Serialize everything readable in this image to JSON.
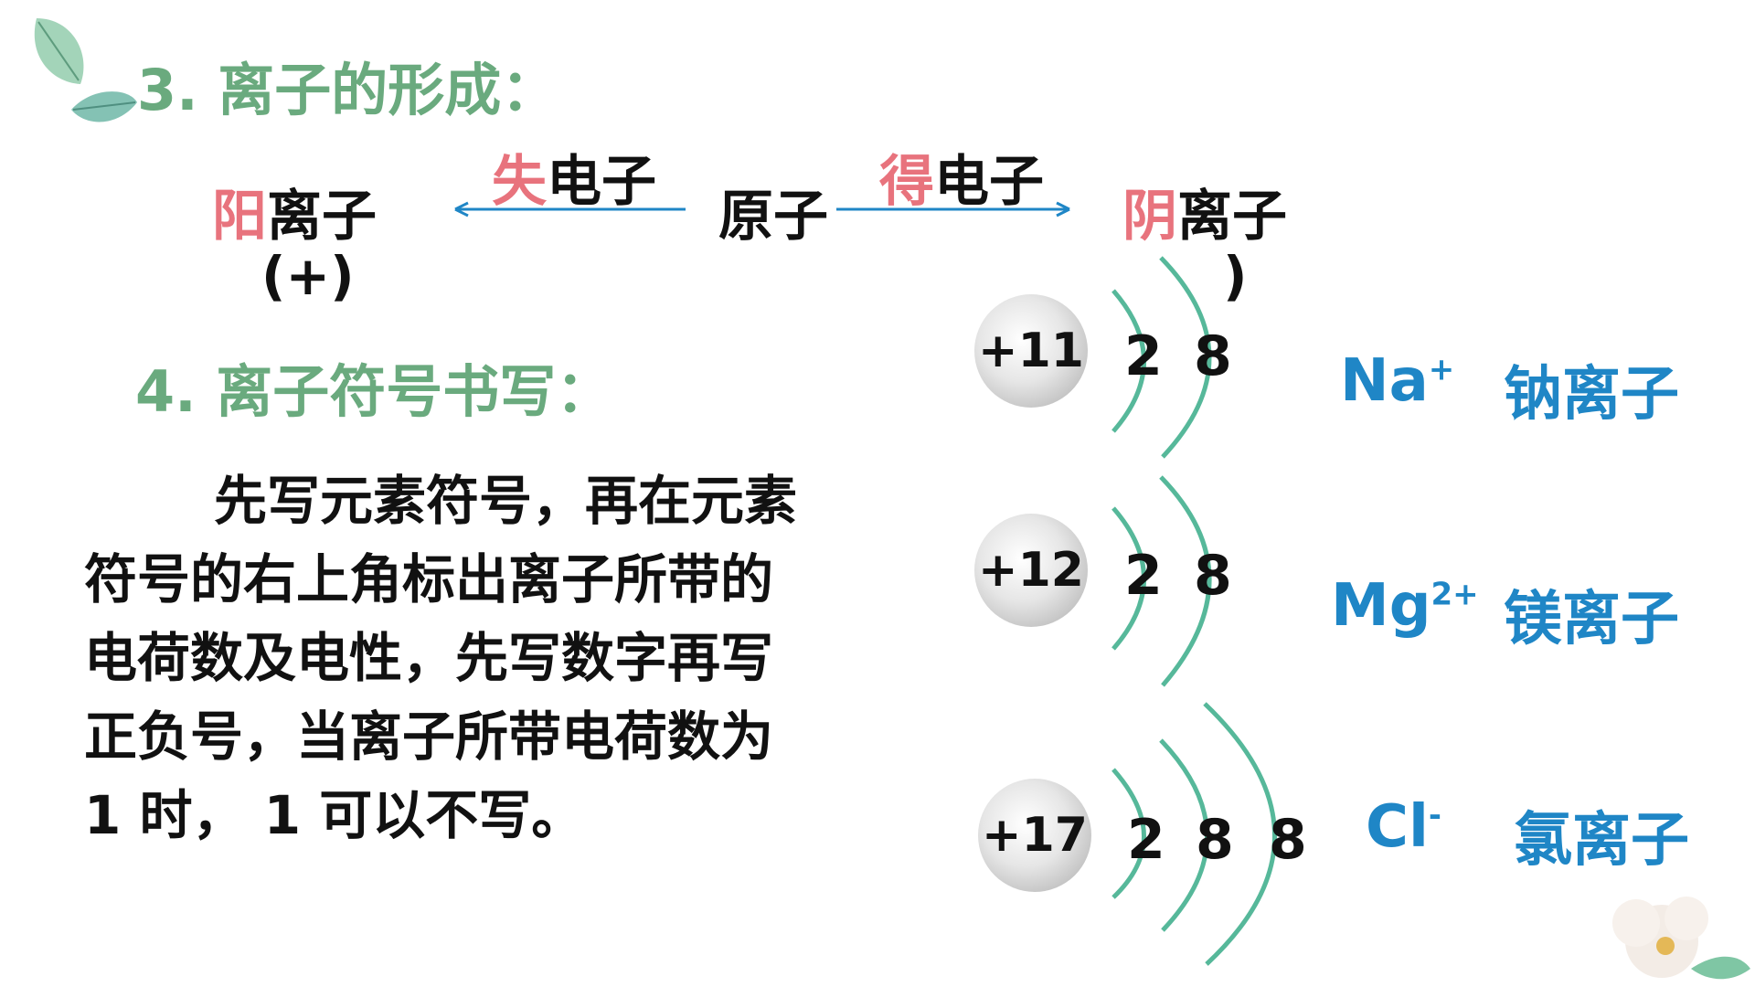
{
  "section3": {
    "heading": "3. 离子的形成："
  },
  "formation": {
    "cation": {
      "hl": "阳",
      "rest": "离子",
      "sign": "(+)"
    },
    "lose": {
      "hl": "失",
      "rest": "电子"
    },
    "atom": "原子",
    "gain": {
      "hl": "得",
      "rest": "电子"
    },
    "anion": {
      "hl": "阴",
      "rest": "离子",
      "sign": ")"
    }
  },
  "section4": {
    "heading": "4. 离子符号书写："
  },
  "rule": {
    "line1": "先写元素符号，再在元素",
    "line2": "符号的右上角标出离子所带的",
    "line3": "电荷数及电性，先写数字再写",
    "line4": "正负号，当离子所带电荷数为",
    "line5": "1 时，  1 可以不写。"
  },
  "ions": [
    {
      "nucleus": "+11",
      "shells": [
        "2",
        "8"
      ],
      "symbol": "Na",
      "charge": "+",
      "name": "钠离子"
    },
    {
      "nucleus": "+12",
      "shells": [
        "2",
        "8"
      ],
      "symbol": "Mg",
      "charge": "2+",
      "name": "镁离子"
    },
    {
      "nucleus": "+17",
      "shells": [
        "2",
        "8",
        "8"
      ],
      "symbol": "Cl",
      "charge": "-",
      "name": "氯离子"
    }
  ],
  "colors": {
    "heading": "#6aaa7e",
    "highlight": "#e8737d",
    "ion_label": "#1f86c6",
    "arrow": "#1f86c6",
    "shell_arc": "#56b89a"
  }
}
